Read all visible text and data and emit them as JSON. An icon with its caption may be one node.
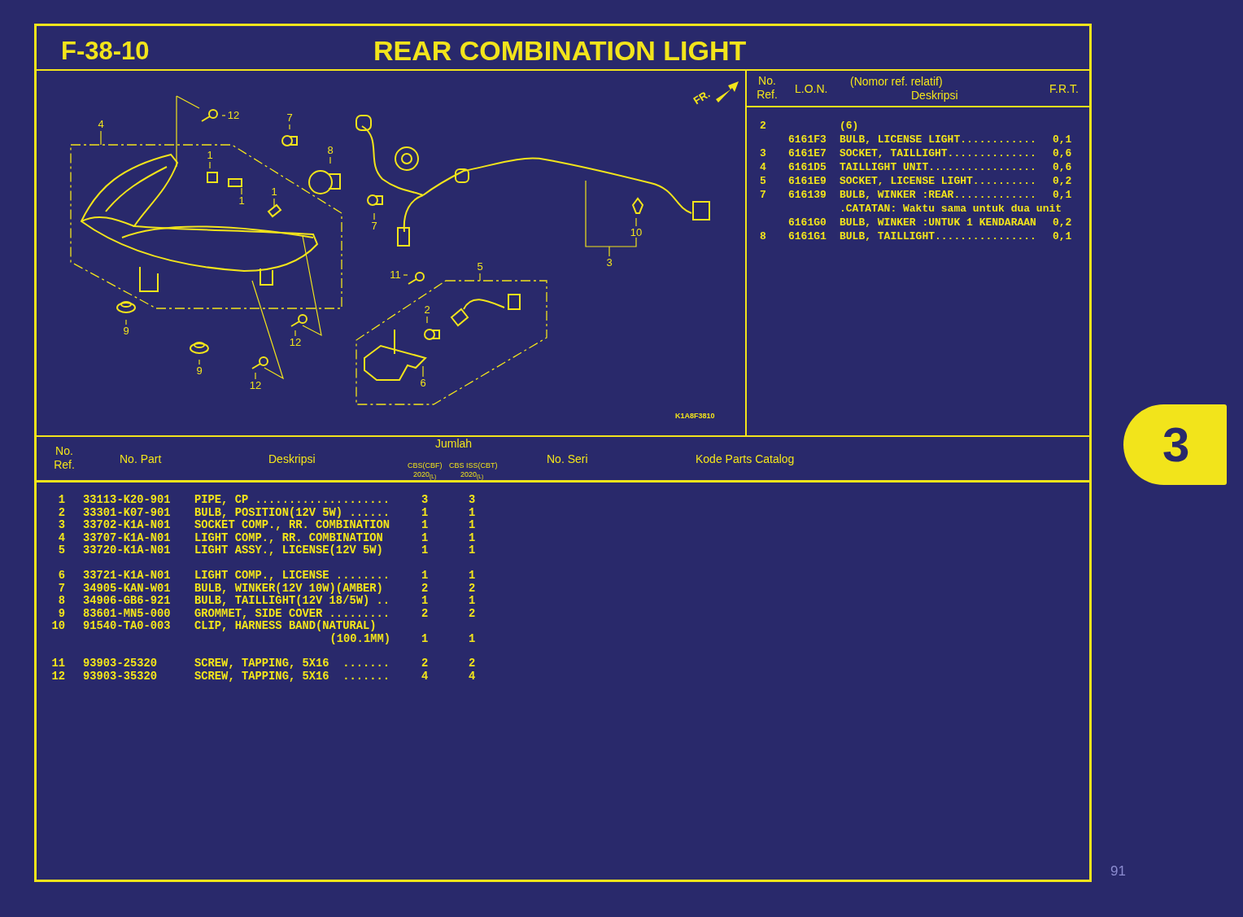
{
  "diagram": {
    "title": "REAR COMBINATION LIGHT",
    "nodes": [
      {
        "text": [
          "4"
        ]
      },
      {
        "text": [
          "12"
        ]
      },
      {
        "text": [
          "7"
        ]
      },
      {
        "text": [
          "1"
        ]
      },
      {
        "text": [
          "8"
        ]
      },
      {
        "text": [
          "1"
        ]
      },
      {
        "text": [
          "1"
        ]
      },
      {
        "text": [
          "7"
        ]
      },
      {
        "text": [
          "10"
        ]
      },
      {
        "text": [
          "3"
        ]
      },
      {
        "text": [
          "11"
        ]
      },
      {
        "text": [
          "5"
        ]
      },
      {
        "text": [
          "2"
        ]
      },
      {
        "text": [
          "9"
        ]
      },
      {
        "text": [
          "12"
        ]
      },
      {
        "text": [
          "9"
        ]
      },
      {
        "text": [
          "6"
        ]
      },
      {
        "text": [
          "12"
        ]
      }
    ],
    "edges": [
      {
        "from": 0,
        "to": null,
        "arrow": "none"
      },
      {
        "from": 1,
        "to": null,
        "arrow": "none"
      },
      {
        "from": 2,
        "to": null,
        "arrow": "none"
      },
      {
        "from": 3,
        "to": null,
        "arrow": "none"
      },
      {
        "from": 4,
        "to": null,
        "arrow": "none"
      },
      {
        "from": 5,
        "to": null,
        "arrow": "none"
      },
      {
        "from": 6,
        "to": null,
        "arrow": "none"
      },
      {
        "from": 7,
        "to": null,
        "arrow": "none"
      },
      {
        "from": 8,
        "to": null,
        "arrow": "none"
      },
      {
        "from": 9,
        "to": null,
        "arrow": "none"
      },
      {
        "from": 10,
        "to": null,
        "arrow": "none"
      },
      {
        "from": 11,
        "to": null,
        "arrow": "none"
      },
      {
        "from": 12,
        "to": null,
        "arrow": "none"
      },
      {
        "from": 13,
        "to": null,
        "arrow": "none"
      },
      {
        "from": 14,
        "to": null,
        "arrow": "none"
      },
      {
        "from": 15,
        "to": null,
        "arrow": "none"
      },
      {
        "from": 16,
        "to": null,
        "arrow": "none"
      },
      {
        "from": 17,
        "to": null,
        "arrow": "none"
      }
    ],
    "labels": [
      "F-38-10",
      "No. Ref.",
      "L.O.N.",
      "(Nomor ref. relatif)",
      "Deskripsi",
      "F.R.T.",
      "2",
      "(6)",
      "6161F3",
      "BULB, LICENSE LIGHT............",
      "0,1",
      "3",
      "6161E7",
      "SOCKET, TAILLIGHT..............",
      "0,6",
      "4",
      "6161D5",
      "TAILLIGHT UNIT.................",
      "0,6",
      "5",
      "6161E9",
      "SOCKET, LICENSE LIGHT..........",
      "0,2",
      "7",
      "616139",
      "BULB, WINKER :REAR.............",
      "0,1",
      ".CATATAN: Waktu sama untuk dua unit",
      "6161G0",
      "BULB, WINKER :UNTUK 1 KENDARAAN",
      "0,2",
      "8",
      "6161G1",
      "BULB, TAILLIGHT................",
      "0,1",
      "FR.",
      "K1A8F3810",
      "No. Ref.",
      "No. Part",
      "Deskripsi",
      "Jumlah",
      "CBS(CBF)",
      "CBS ISS(CBT)",
      "2020$_{(L)}$",
      "2020$_{(L)}$",
      "No. Seri",
      "Kode Parts Catalog",
      "1",
      "33113-K20-901",
      "PIPE, CP ....................",
      "3",
      "3",
      "2",
      "33301-K07-901",
      "BULB, POSITION(12V 5W) ......",
      "1",
      "1",
      "3",
      "33702-K1A-N01",
      "SOCKET COMP., RR. COMBINATION",
      "1",
      "1",
      "4",
      "33707-K1A-N01",
      "LIGHT COMP., RR. COMBINATION",
      "1",
      "1",
      "5",
      "33720-K1A-N01",
      "LIGHT ASSY., LICENSE(12V 5W)",
      "1",
      "1",
      "6",
      "33721-K1A-N01",
      "LIGHT COMP., LICENSE ........",
      "1",
      "1",
      "7",
      "34905-KAN-W01",
      "BULB, WINKER(12V 10W)(AMBER)",
      "2",
      "2",
      "8",
      "34906-GB6-921",
      "BULB, TAILLIGHT(12V 18/5W) ..",
      "1",
      "1",
      "9",
      "83601-MN5-000",
      "GROMMET, SIDE COVER .........",
      "2",
      "2",
      "10",
      "91540-TA0-003",
      "CLIP, HARNESS BAND(NATURAL)",
      "(100.1MM)",
      "1",
      "1",
      "11",
      "93903-25320",
      "SCREW, TAPPING, 5X16  .......",
      "2",
      "2",
      "12",
      "93903-35320",
      "SCREW, TAPPING, 5X16  .......",
      "4",
      "4",
      "3",
      "91"
    ]
  }
}
